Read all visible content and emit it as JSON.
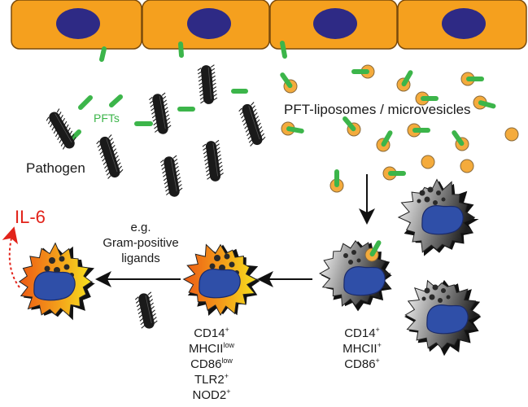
{
  "labels": {
    "pfts": "PFTs",
    "pathogen": "Pathogen",
    "pft_liposomes": "PFT-liposomes / microvesicles",
    "il6": "IL-6",
    "example_line1": "e.g.",
    "example_line2": "Gram-positive",
    "example_line3": "ligands"
  },
  "markers_left": [
    {
      "name": "CD14",
      "sup": "+"
    },
    {
      "name": "MHCII",
      "sup": "low"
    },
    {
      "name": "CD86",
      "sup": "low"
    },
    {
      "name": "TLR2",
      "sup": "+"
    },
    {
      "name": "NOD2",
      "sup": "+"
    }
  ],
  "markers_right": [
    {
      "name": "CD14",
      "sup": "+"
    },
    {
      "name": "MHCII",
      "sup": "+"
    },
    {
      "name": "CD86",
      "sup": "+"
    }
  ],
  "colors": {
    "epithelial_cell": "#f5a01e",
    "nucleus": "#2e2a85",
    "pft": "#3cb54a",
    "liposome": "#f4ab3c",
    "pathogen": "#1a1a1a",
    "macrophage_nucleus": "#2f4fa8",
    "il6": "#e2231a"
  }
}
